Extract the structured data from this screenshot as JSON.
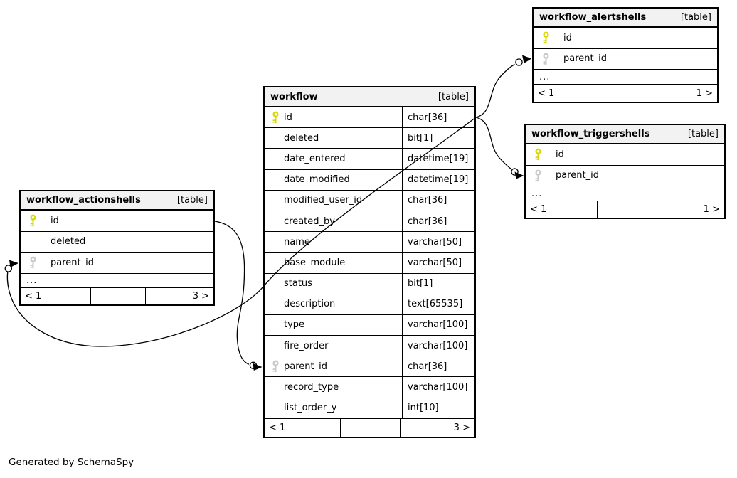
{
  "diagram": {
    "credit": "Generated by SchemaSpy",
    "colors": {
      "primary_key": "#d8d800",
      "foreign_key": "#c9c9c9",
      "header_bg": "#f2f2f2",
      "line": "#000000",
      "table_bg": "#ffffff"
    },
    "tables": [
      {
        "name": "workflow",
        "badge": "[table]",
        "columns": [
          {
            "name": "id",
            "type": "char[36]",
            "key": "primary"
          },
          {
            "name": "deleted",
            "type": "bit[1]",
            "key": ""
          },
          {
            "name": "date_entered",
            "type": "datetime[19]",
            "key": ""
          },
          {
            "name": "date_modified",
            "type": "datetime[19]",
            "key": ""
          },
          {
            "name": "modified_user_id",
            "type": "char[36]",
            "key": ""
          },
          {
            "name": "created_by",
            "type": "char[36]",
            "key": ""
          },
          {
            "name": "name",
            "type": "varchar[50]",
            "key": ""
          },
          {
            "name": "base_module",
            "type": "varchar[50]",
            "key": ""
          },
          {
            "name": "status",
            "type": "bit[1]",
            "key": ""
          },
          {
            "name": "description",
            "type": "text[65535]",
            "key": ""
          },
          {
            "name": "type",
            "type": "varchar[100]",
            "key": ""
          },
          {
            "name": "fire_order",
            "type": "varchar[100]",
            "key": ""
          },
          {
            "name": "parent_id",
            "type": "char[36]",
            "key": "foreign"
          },
          {
            "name": "record_type",
            "type": "varchar[100]",
            "key": ""
          },
          {
            "name": "list_order_y",
            "type": "int[10]",
            "key": ""
          }
        ],
        "ellipsis": "",
        "footer": {
          "left": "< 1",
          "middle": "",
          "right": "3 >"
        }
      },
      {
        "name": "workflow_alertshells",
        "badge": "[table]",
        "columns": [
          {
            "name": "id",
            "type": "",
            "key": "primary"
          },
          {
            "name": "parent_id",
            "type": "",
            "key": "foreign"
          }
        ],
        "ellipsis": "...",
        "footer": {
          "left": "< 1",
          "middle": "",
          "right": "1 >"
        }
      },
      {
        "name": "workflow_triggershells",
        "badge": "[table]",
        "columns": [
          {
            "name": "id",
            "type": "",
            "key": "primary"
          },
          {
            "name": "parent_id",
            "type": "",
            "key": "foreign"
          }
        ],
        "ellipsis": "...",
        "footer": {
          "left": "< 1",
          "middle": "",
          "right": "1 >"
        }
      },
      {
        "name": "workflow_actionshells",
        "badge": "[table]",
        "columns": [
          {
            "name": "id",
            "type": "",
            "key": "primary"
          },
          {
            "name": "deleted",
            "type": "",
            "key": ""
          },
          {
            "name": "parent_id",
            "type": "",
            "key": "foreign"
          }
        ],
        "ellipsis": "...",
        "footer": {
          "left": "< 1",
          "middle": "",
          "right": "3 >"
        }
      }
    ],
    "relationships": [
      {
        "from": "workflow.id",
        "to": "workflow_alertshells.parent_id"
      },
      {
        "from": "workflow.id",
        "to": "workflow_triggershells.parent_id"
      },
      {
        "from": "workflow.id",
        "to": "workflow_actionshells.parent_id"
      },
      {
        "from": "workflow_actionshells.id",
        "to": "workflow.parent_id"
      }
    ]
  }
}
